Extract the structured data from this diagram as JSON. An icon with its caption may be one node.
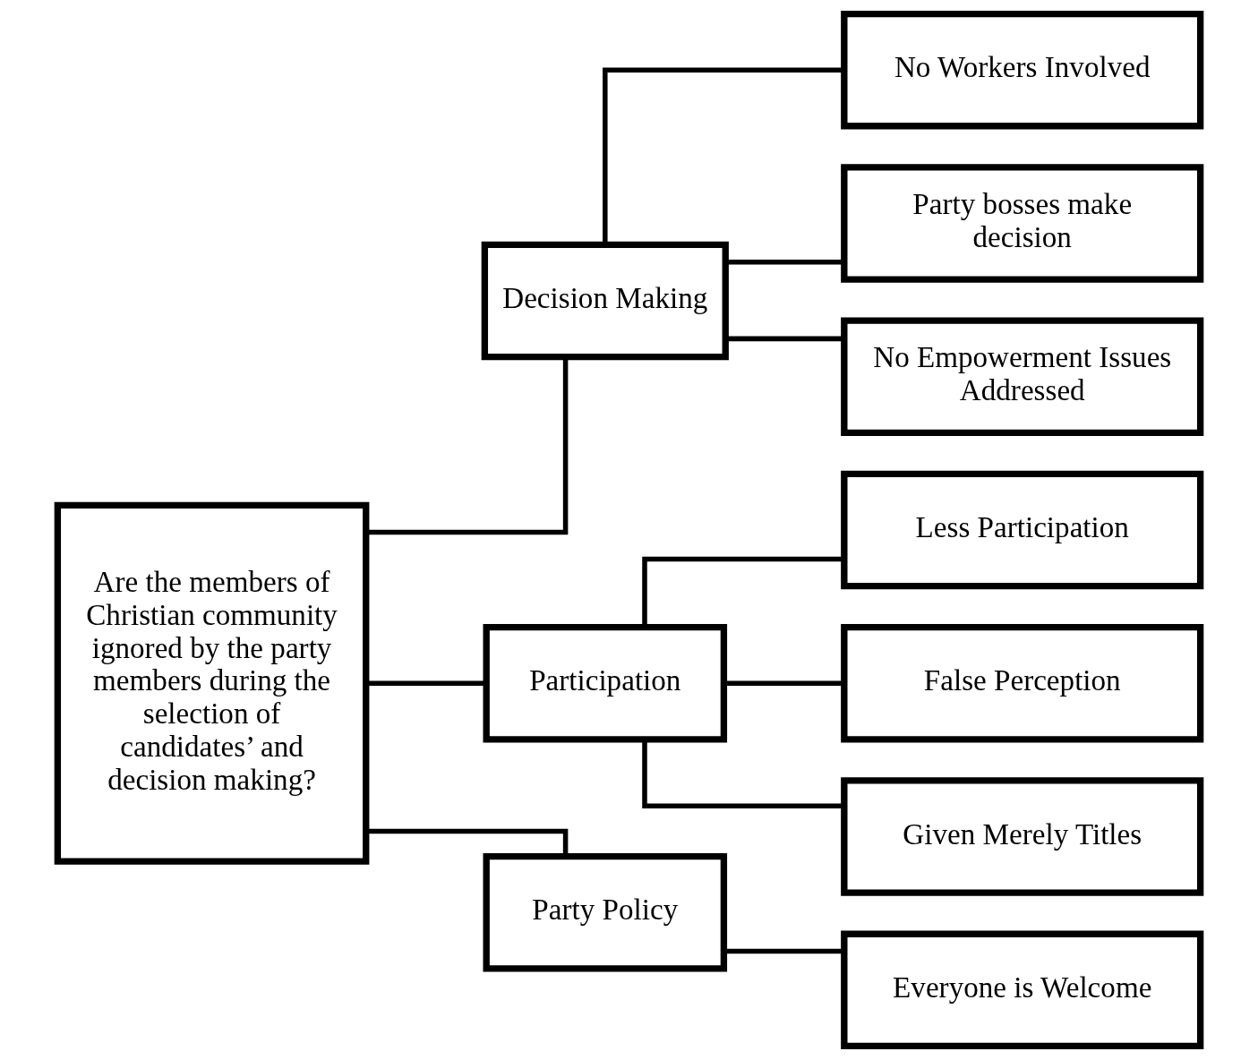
{
  "diagram": {
    "nodes": [
      {
        "text": [
          "Are the members of Christian community ignored by the party members during the selection of candidates’ and decision making?"
        ]
      },
      {
        "text": [
          "Decision Making"
        ]
      },
      {
        "text": [
          "Participation"
        ]
      },
      {
        "text": [
          "Party Policy"
        ]
      },
      {
        "text": [
          "No Workers Involved"
        ]
      },
      {
        "text": [
          "Party bosses make decision"
        ]
      },
      {
        "text": [
          "No Empowerment Issues Addressed"
        ]
      },
      {
        "text": [
          "Less Participation"
        ]
      },
      {
        "text": [
          "False Perception"
        ]
      },
      {
        "text": [
          "Given Merely Titles"
        ]
      },
      {
        "text": [
          "Everyone is Welcome"
        ]
      }
    ],
    "edges": [
      {
        "from": 0,
        "to": 1,
        "arrow": "none"
      },
      {
        "from": 0,
        "to": 2,
        "arrow": "none"
      },
      {
        "from": 0,
        "to": 3,
        "arrow": "none"
      },
      {
        "from": 1,
        "to": 4,
        "arrow": "none"
      },
      {
        "from": 1,
        "to": 5,
        "arrow": "none"
      },
      {
        "from": 1,
        "to": 6,
        "arrow": "none"
      },
      {
        "from": 2,
        "to": 7,
        "arrow": "none"
      },
      {
        "from": 2,
        "to": 8,
        "arrow": "none"
      },
      {
        "from": 2,
        "to": 9,
        "arrow": "none"
      },
      {
        "from": 3,
        "to": 10,
        "arrow": "none"
      }
    ]
  }
}
